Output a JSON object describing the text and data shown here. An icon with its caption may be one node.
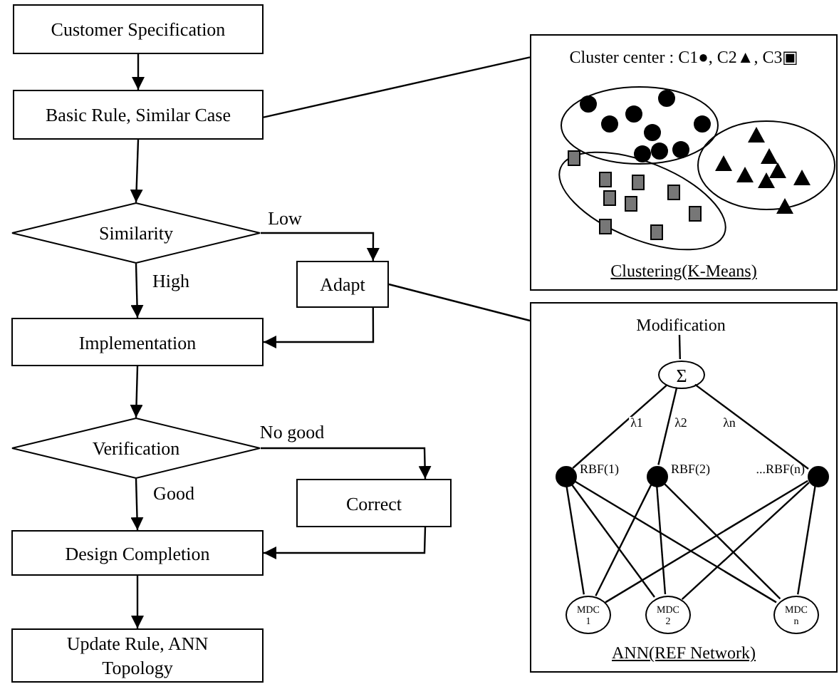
{
  "diagram": {
    "nodes": [
      {
        "text": [
          "Customer Specification"
        ]
      },
      {
        "text": [
          "Basic Rule, Similar Case"
        ]
      },
      {
        "text": [
          "Similarity"
        ]
      },
      {
        "text": [
          "Adapt"
        ]
      },
      {
        "text": [
          "Implementation"
        ]
      },
      {
        "text": [
          "Verification"
        ]
      },
      {
        "text": [
          "Correct"
        ]
      },
      {
        "text": [
          "Design Completion"
        ]
      },
      {
        "text": [
          "Update Rule, ANN Topology"
        ]
      },
      {
        "text": [
          "Cluster center : C1●, C2▲, C3▣",
          "Clustering(K-Means)"
        ]
      },
      {
        "text": [
          "ANN(REF Network)"
        ]
      },
      {
        "text": [
          "Modification"
        ],
        "in": 10
      },
      {
        "text": [
          "Σ"
        ],
        "in": 10
      },
      {
        "text": [],
        "shape": "circle",
        "in": 10,
        "beside": [
          "RBF(1)"
        ]
      },
      {
        "text": [],
        "shape": "circle",
        "in": 10,
        "beside": [
          "RBF(2)"
        ]
      },
      {
        "text": [],
        "shape": "circle",
        "in": 10,
        "beside": [
          "...RBF(n)"
        ]
      },
      {
        "text": [
          "MDC 1"
        ],
        "in": 10
      },
      {
        "text": [
          "MDC 2"
        ],
        "in": 10
      },
      {
        "text": [
          "MDC n"
        ],
        "in": 10
      }
    ],
    "edges": [
      {
        "from": 0,
        "to": 1,
        "arrow": "to"
      },
      {
        "from": 1,
        "to": 2,
        "arrow": "to"
      },
      {
        "from": 2,
        "to": 3,
        "arrow": "to",
        "label": "Low"
      },
      {
        "from": 2,
        "to": 4,
        "arrow": "to",
        "label": "High"
      },
      {
        "from": 3,
        "to": 4,
        "arrow": "to"
      },
      {
        "from": 4,
        "to": 5,
        "arrow": "to"
      },
      {
        "from": 5,
        "to": 6,
        "arrow": "to",
        "label": "No good"
      },
      {
        "from": 5,
        "to": 7,
        "arrow": "to",
        "label": "Good"
      },
      {
        "from": 6,
        "to": 7,
        "arrow": "to"
      },
      {
        "from": 7,
        "to": 8,
        "arrow": "to"
      },
      {
        "from": 1,
        "to": 9,
        "arrow": "none"
      },
      {
        "from": 3,
        "to": 10,
        "arrow": "none"
      },
      {
        "from": 11,
        "to": 12,
        "arrow": "none"
      },
      {
        "from": 12,
        "to": 13,
        "arrow": "none",
        "label": "λ1"
      },
      {
        "from": 12,
        "to": 14,
        "arrow": "none",
        "label": "λ2"
      },
      {
        "from": 12,
        "to": 15,
        "arrow": "none",
        "label": "λn"
      },
      {
        "from": 13,
        "to": 16,
        "arrow": "none"
      },
      {
        "from": 13,
        "to": 17,
        "arrow": "none"
      },
      {
        "from": 13,
        "to": 18,
        "arrow": "none"
      },
      {
        "from": 14,
        "to": 16,
        "arrow": "none"
      },
      {
        "from": 14,
        "to": 17,
        "arrow": "none"
      },
      {
        "from": 14,
        "to": 18,
        "arrow": "none"
      },
      {
        "from": 15,
        "to": 16,
        "arrow": "none"
      },
      {
        "from": 15,
        "to": 17,
        "arrow": "none"
      },
      {
        "from": 15,
        "to": 18,
        "arrow": "none"
      }
    ]
  }
}
